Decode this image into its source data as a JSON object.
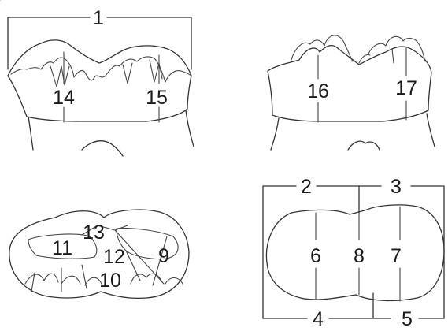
{
  "labels": {
    "l1": "1",
    "l2": "2",
    "l3": "3",
    "l4": "4",
    "l5": "5",
    "l6": "6",
    "l7": "7",
    "l8": "8",
    "l9": "9",
    "l10": "10",
    "l11": "11",
    "l12": "12",
    "l13": "13",
    "l14": "14",
    "l15": "15",
    "l16": "16",
    "l17": "17"
  }
}
